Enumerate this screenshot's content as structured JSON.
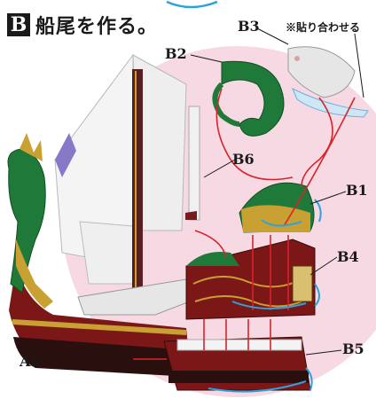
{
  "step": {
    "badge": "B",
    "title": "船尾を作る。"
  },
  "labels": {
    "b1": "B1",
    "b2": "B2",
    "b3": "B3",
    "b4": "B4",
    "b5": "B5",
    "b6": "B6",
    "a6": "A6"
  },
  "note": "※貼り合わせる",
  "colors": {
    "circle": "#f4d3df",
    "arrow_red": "#d8232a",
    "arrow_blue": "#2aa3dc",
    "hull_dark": "#3a1414",
    "hull_red": "#8a1a1a",
    "gold": "#c9a032",
    "green": "#1f7a3a",
    "sail": "#f3f3f3"
  }
}
